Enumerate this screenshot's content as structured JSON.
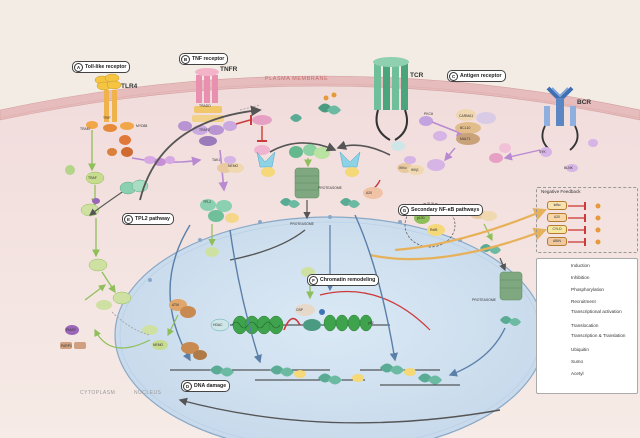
{
  "membrane_label": "PLASMA MEMBRANE",
  "compartments": {
    "cytoplasm": "CYTOPLASM",
    "nucleus": "NUCLEUS"
  },
  "sections": [
    {
      "letter": "A",
      "title": "Toll-like receptor"
    },
    {
      "letter": "B",
      "title": "TNF receptor"
    },
    {
      "letter": "C",
      "title": "Antigen receptor"
    },
    {
      "letter": "D",
      "title": "DNA damage"
    },
    {
      "letter": "E",
      "title": "TPL2 pathway"
    },
    {
      "letter": "F",
      "title": "Chromatin remodeling"
    },
    {
      "letter": "G",
      "title": "Secondary NF-κB pathways"
    }
  ],
  "receptors": {
    "tlr4": "TLR4",
    "tnfr": "TNFR",
    "tcr": "TCR",
    "bcr": "BCR"
  },
  "proteins": {
    "tram": "TRAM",
    "trif": "TRIF",
    "traf": "TRAF",
    "myd88": "MYD88",
    "tirap": "TIRAP",
    "tradd": "TRADD",
    "traf2": "TRAF2",
    "tak1": "TAK1",
    "nemo": "NEMO",
    "ikk_a": "IKKα",
    "ikk_b": "IKKβ",
    "tpl2": "TPL2",
    "proteasome": "PROTEASOME",
    "proteasome_b": "PROTEASOME",
    "proteasome_c": "PROTEASOME",
    "pkc": "PKCθ",
    "carma": "CARMA1",
    "bcl10": "BCL10",
    "malt1": "MALT1",
    "syk": "SYK",
    "zap70": "ZAP70",
    "lat": "LAT",
    "blnk": "BLNK",
    "btk": "BTK",
    "atm": "ATM",
    "piasy": "PIASY",
    "parp": "PARP1",
    "hdac": "HDAC",
    "cbp": "CBP",
    "brd4": "BRD4",
    "ikbz": "IκBζ",
    "nfkb1": "p50",
    "rela": "RelA",
    "bcl3": "BCL3",
    "ikba": "IκBα",
    "cyld": "CYLD",
    "a20": "A20",
    "p100": "p100",
    "p52": "p52",
    "relb": "RelB"
  },
  "legend": [
    {
      "key": "induction",
      "label": "Induction",
      "color": "#8fbf5a"
    },
    {
      "key": "inhibition",
      "label": "Inhibition",
      "color": "#cc3b3b"
    },
    {
      "key": "phosphorylation",
      "label": "Phosphorylation",
      "color": "#9a9a9a"
    },
    {
      "key": "recruitment",
      "label": "Recruitment",
      "color": "#b98ad1"
    },
    {
      "key": "transcriptional-activation",
      "label": "Transcriptional activation",
      "color": "#cccccc"
    },
    {
      "key": "translocation",
      "label": "Translocation",
      "color": "#5a7fa8"
    },
    {
      "key": "transcription-translation",
      "label": "Transcription & Translation",
      "color": "#e7b15a"
    },
    {
      "key": "ubiquitin",
      "label": "Ubiquitin",
      "color": "#e59a3a"
    },
    {
      "key": "sumo",
      "label": "Sumo",
      "color": "#7fb069"
    },
    {
      "key": "acetyl",
      "label": "Acetyl",
      "color": "#3f73b5"
    }
  ],
  "negative_feedback": {
    "title": "Negative Feedback",
    "rows": [
      "IκBα",
      "A20",
      "CYLD",
      "ABIN"
    ]
  }
}
